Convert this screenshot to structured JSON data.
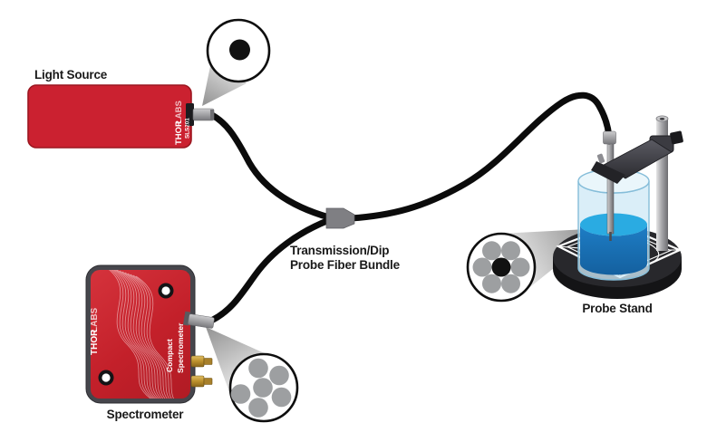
{
  "title": "Transmission/Dip Probe Fiber Bundle Setup Diagram",
  "colors": {
    "background": "#ffffff",
    "thorlabs_red": "#cb2130",
    "thorlabs_red_dark": "#9c1720",
    "cable": "#0b0b0b",
    "fiber_gray": "#9d9fa1",
    "fiber_core_black": "#111111",
    "connector_gray": "#7f7f83",
    "frame_gray": "#46464c",
    "beaker_glass": "#cfe9f6",
    "liquid_top": "#2aabe2",
    "liquid_body": "#1b75bc",
    "base_top": "#28282c",
    "base_side": "#141416",
    "brass": "#c49a3c",
    "label_text": "#1a1a1a"
  },
  "labels": {
    "light_source": "Light Source",
    "spectrometer": "Spectrometer",
    "probe_stand": "Probe Stand",
    "fiber_bundle_line1": "Transmission/Dip",
    "fiber_bundle_line2": "Probe Fiber Bundle"
  },
  "devices": {
    "light_source": {
      "brand_bold": "THOR",
      "brand_light": "LABS",
      "model": "SLS201"
    },
    "spectrometer": {
      "brand_bold": "THOR",
      "brand_light": "LABS",
      "product_line1": "Compact",
      "product_line2": "Spectrometer"
    }
  },
  "fiber_callouts": {
    "light_source_end": {
      "fiber_count": 1,
      "arrangement": "single core"
    },
    "spectrometer_end": {
      "fiber_count": 6,
      "arrangement": "hex-packed bundle"
    },
    "probe_end": {
      "fiber_count": 7,
      "arrangement": "six gray around one black core"
    }
  }
}
